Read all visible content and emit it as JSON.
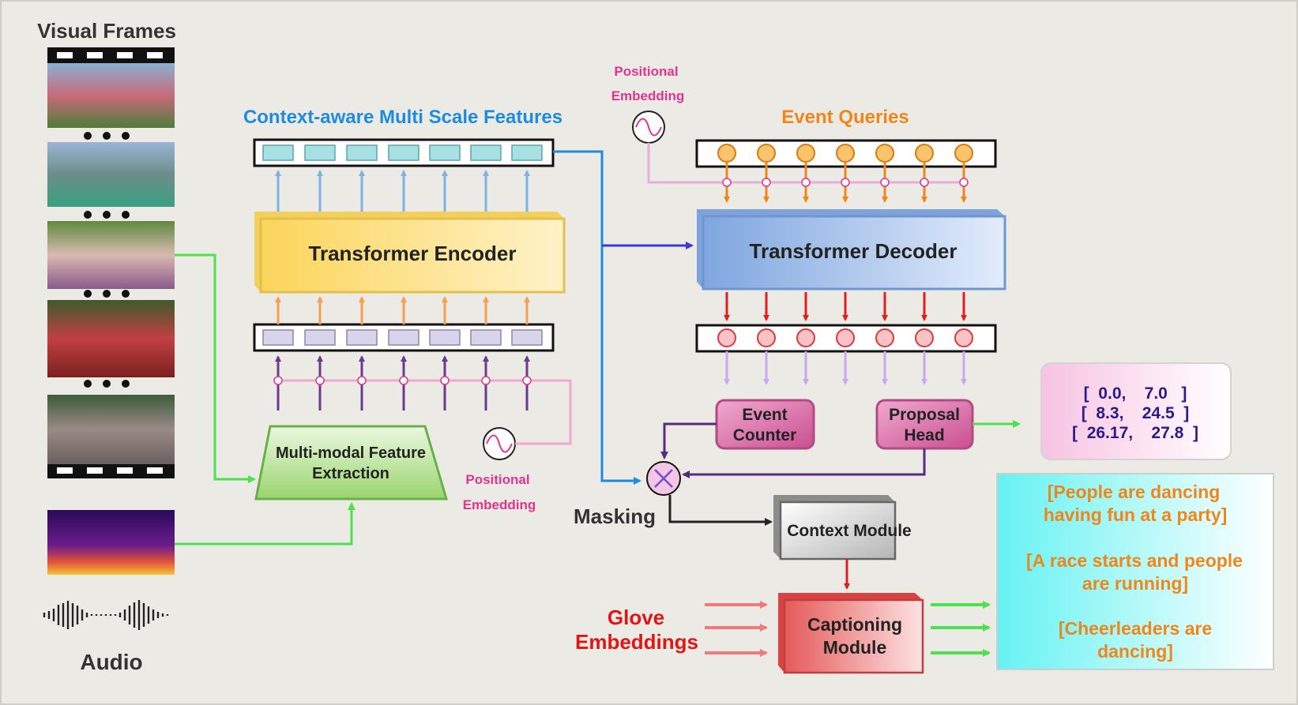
{
  "labels": {
    "visual_frames": "Visual Frames",
    "audio": "Audio",
    "context_features": "Context-aware Multi Scale Features",
    "event_queries": "Event Queries",
    "pos_emb_top_1": "Positional",
    "pos_emb_top_2": "Embedding",
    "pos_emb_bottom_1": "Positional",
    "pos_emb_bottom_2": "Embedding",
    "masking": "Masking",
    "glove_1": "Glove",
    "glove_2": "Embeddings"
  },
  "modules": {
    "encoder": "Transformer Encoder",
    "decoder": "Transformer Decoder",
    "mm_extract_1": "Multi-modal Feature",
    "mm_extract_2": "Extraction",
    "event_counter_1": "Event",
    "event_counter_2": "Counter",
    "proposal_head_1": "Proposal",
    "proposal_head_2": "Head",
    "context_module": "Context Module",
    "captioning_1": "Captioning",
    "captioning_2": "Module"
  },
  "proposals": [
    "[  0.0,    7.0   ]",
    "[  8.3,    24.5  ]",
    "[  26.17,    27.8  ]"
  ],
  "captions": [
    "[People are dancing",
    "having fun at a party]",
    "[A race starts and people",
    "are running]",
    "[Cheerleaders are",
    "dancing]"
  ],
  "colors": {
    "blue_title": "#1d8ce0",
    "orange": "#f0861a",
    "pink": "#e2338f",
    "red": "#d91e1e",
    "encoder_fill": "#fde7a3",
    "decoder_fill": "#a9c6ef",
    "green": "#4ee04e"
  }
}
